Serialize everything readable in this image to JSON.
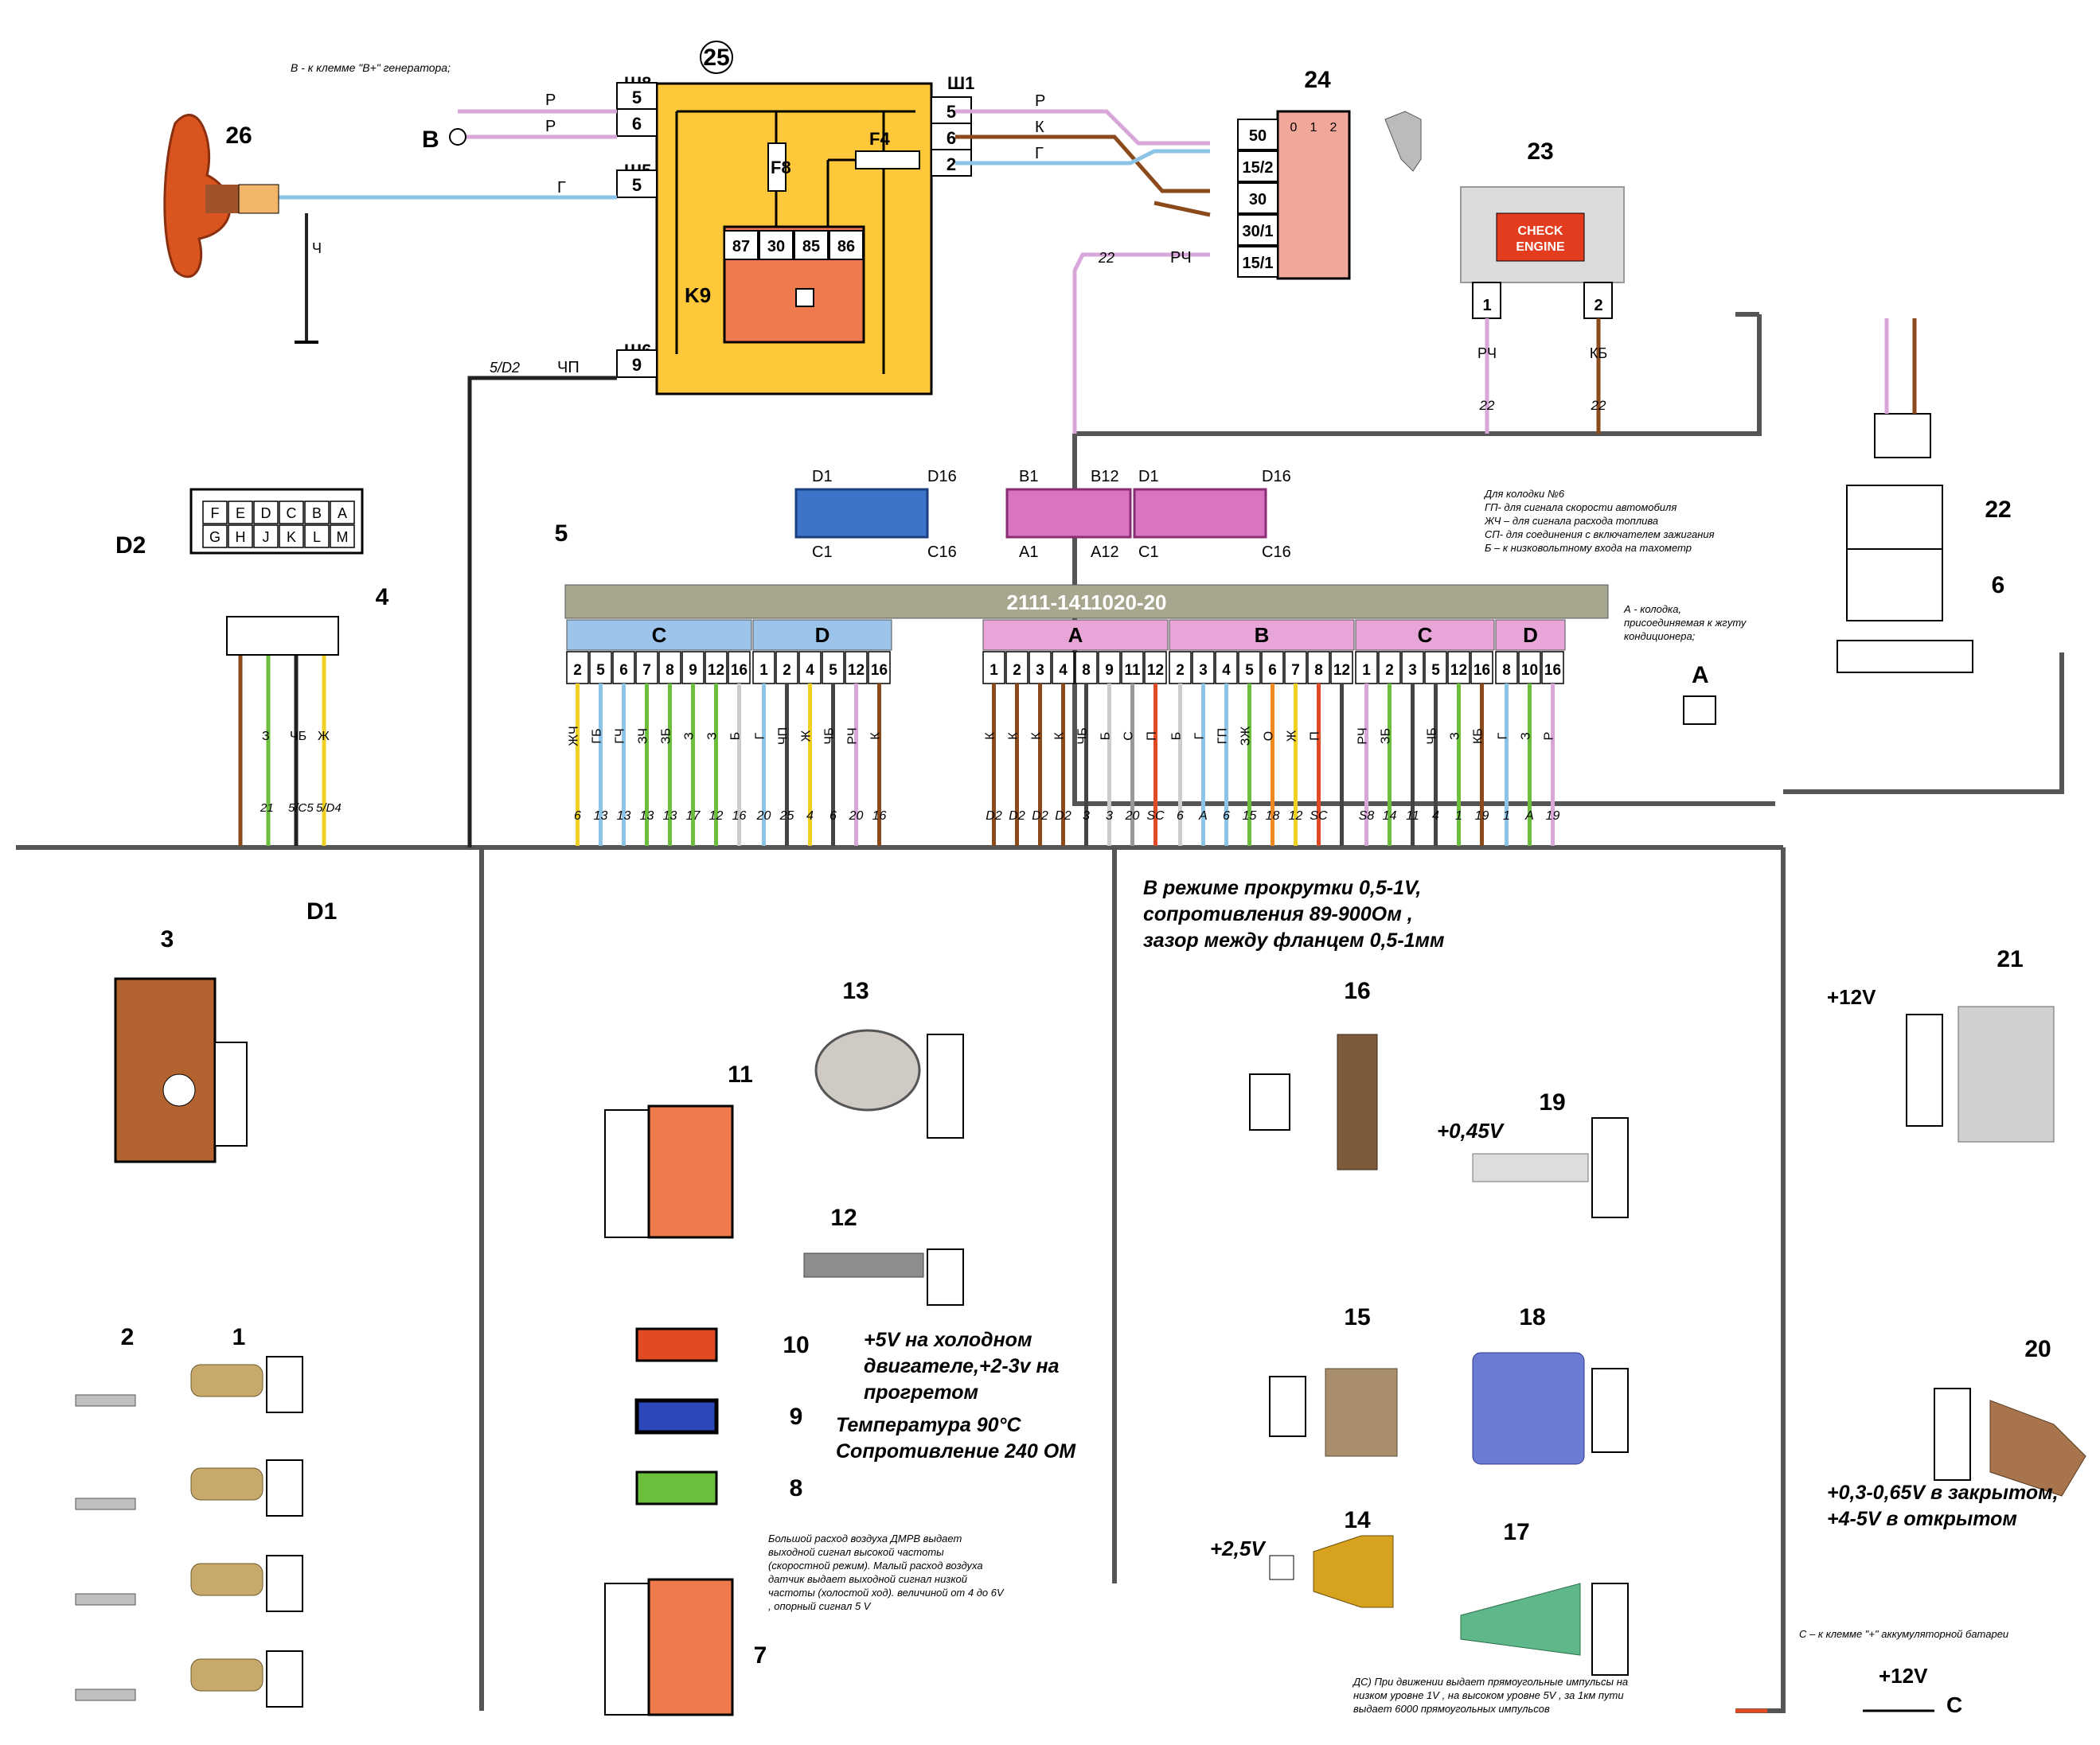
{
  "title_note": "В - к клемме \"В+\" генератора;",
  "note_a_connector": "А - колодка,\nприсоединяемая к жгуту\nкондиционера;",
  "note_connector6": "Для колодки №6\nГП- для сигнала скорости автомобиля\nЖЧ – для сигнала расхода топлива\nСП- для соединения с включателем зажигания\nБ – к низковольтному входа на тахометр",
  "note_cranking": "В режиме прокрутки 0,5-1V,\nсопротивления 89-900Ом ,\nзазор между фланцем 0,5-1мм",
  "note_coolant": "+5V на холодном\nдвигателе,+2-3v на\nпрогретом",
  "note_temp": "Температура 90°С\nСопротивление 240 ОМ",
  "note_maf": "Большой расход воздуха ДМРВ выдает\nвыходной сигнал высокой частоты\n(скоростной режим). Малый расход воздуха\nдатчик выдает выходной сигнал низкой\nчастоты (холостой ход). величиной от 4 до 6V\n, опорный сигнал 5 V",
  "note_speed": "ДС) При движении выдает прямоугольные импульсы на\nнизком уровне  1V ,  на высоком уровне 5V , за 1км пути\nвыдает 6000 прямоугольных импульсов",
  "note_tps": "+0,3-0,65V в закрытом,\n+4-5V в открытом",
  "note_battery": "С – к клемме  \"+\" аккумуляторной батареи",
  "ecu": {
    "model": "2111-1411020-20",
    "groups": [
      {
        "name": "C",
        "color": "#9cc3ea",
        "pins": [
          "2",
          "5",
          "6",
          "7",
          "8",
          "9",
          "12",
          "16"
        ],
        "wires": [
          "ЖЧ",
          "ГБ",
          "ГЧ",
          "ЗЧ",
          "ЗБ",
          "З",
          "З",
          "Б"
        ],
        "ends": [
          "6",
          "13",
          "13",
          "13",
          "13",
          "17",
          "12",
          "16"
        ]
      },
      {
        "name": "D",
        "color": "#9cc3ea",
        "pins": [
          "1",
          "2",
          "4",
          "5",
          "12",
          "16"
        ],
        "wires": [
          "Г",
          "ЧП",
          "Ж",
          "ЧБ",
          "РЧ",
          "К"
        ],
        "ends": [
          "20",
          "25",
          "4",
          "6",
          "20",
          "16"
        ]
      },
      {
        "name": "A",
        "color": "#e8a6d8",
        "pins": [
          "1",
          "2",
          "3",
          "4",
          "8",
          "9",
          "11",
          "12"
        ],
        "wires": [
          "К",
          "К",
          "К",
          "К",
          "ЧБ",
          "Б",
          "С",
          "П"
        ],
        "ends": [
          "D2",
          "D2",
          "D2",
          "D2",
          "3",
          "3",
          "20",
          "SC"
        ]
      },
      {
        "name": "B",
        "color": "#e8a6d8",
        "pins": [
          "2",
          "3",
          "4",
          "5",
          "6",
          "7",
          "8",
          "12"
        ],
        "wires": [
          "Б",
          "Г",
          "ГП",
          "ЗЖ",
          "О",
          "Ж",
          "П",
          ""
        ],
        "ends": [
          "6",
          "A",
          "6",
          "15",
          "18",
          "12",
          "SC",
          ""
        ]
      },
      {
        "name": "C",
        "color": "#e8a6d8",
        "pins": [
          "1",
          "2",
          "3",
          "5",
          "12",
          "16"
        ],
        "wires": [
          "РЧ",
          "ЗБ",
          "",
          "ЧБ",
          "З",
          "КБ"
        ],
        "ends": [
          "S8",
          "14",
          "11",
          "4",
          "1",
          "19"
        ]
      },
      {
        "name": "D",
        "color": "#e8a6d8",
        "pins": [
          "8",
          "10",
          "16"
        ],
        "wires": [
          "Г",
          "З",
          "Р"
        ],
        "ends": [
          "1",
          "A",
          "19"
        ]
      }
    ]
  },
  "connector_blue": {
    "tl": "D1",
    "tr": "D16",
    "bl": "C1",
    "br": "C16"
  },
  "connector_pink": {
    "tl1": "B1",
    "tr1": "B12",
    "tl2": "D1",
    "tr2": "D16",
    "bl1": "A1",
    "br1": "A12",
    "bl2": "C1",
    "br2": "C16"
  },
  "diag_connector": {
    "row1": [
      "F",
      "E",
      "D",
      "C",
      "B",
      "A"
    ],
    "row2": [
      "G",
      "H",
      "J",
      "K",
      "L",
      "M"
    ],
    "pins": [
      "A",
      "G",
      "B",
      "M"
    ],
    "wires": [
      "З",
      "ЧБ",
      "Ж"
    ],
    "ends": [
      "21",
      "5/C5",
      "5/D4"
    ]
  },
  "relay_block": {
    "title": "25",
    "k9": "K9",
    "f8": "F8",
    "f4": "F4",
    "relay_pins": [
      "87",
      "30",
      "85",
      "86"
    ],
    "sh8": "Ш8",
    "sh5": "Ш5",
    "sh6": "Ш6",
    "sh1": "Ш1",
    "sh8_pins": [
      "5",
      "6"
    ],
    "sh5_pins": [
      "5"
    ],
    "sh6_pins": [
      "9"
    ],
    "sh1_pins": [
      "5",
      "6",
      "2"
    ],
    "wire_p": "Р",
    "wire_g": "Г",
    "wire_k": "К",
    "wire_chp": "ЧП",
    "wire_rch": "РЧ",
    "wire_ch": "Ч",
    "ref_5d2": "5/D2",
    "ref_22": "22",
    "b_label": "В"
  },
  "ignition_switch": {
    "num": "24",
    "pins": [
      "50",
      "15/2",
      "30",
      "30/1",
      "15/1"
    ],
    "positions": [
      "0",
      "1",
      "2"
    ]
  },
  "check_engine": {
    "num": "23",
    "text": "CHECK\nENGINE",
    "pins": [
      "1",
      "2"
    ],
    "wires": [
      "РЧ",
      "КБ"
    ],
    "refs": [
      "22",
      "22"
    ]
  },
  "num_labels": {
    "n1": "1",
    "n2": "2",
    "n3": "3",
    "n4": "4",
    "n5": "5",
    "n6": "6",
    "n7": "7",
    "n8": "8",
    "n9": "9",
    "n10": "10",
    "n11": "11",
    "n12": "12",
    "n13": "13",
    "n14": "14",
    "n15": "15",
    "n16": "16",
    "n17": "17",
    "n18": "18",
    "n19": "19",
    "n20": "20",
    "n21": "21",
    "n22": "22",
    "n26": "26"
  },
  "plus12": "+12V",
  "plus045": "+0,45V",
  "plus25": "+2,5V",
  "d1": "D1",
  "d2": "D2",
  "a_label": "A",
  "c_label": "C"
}
